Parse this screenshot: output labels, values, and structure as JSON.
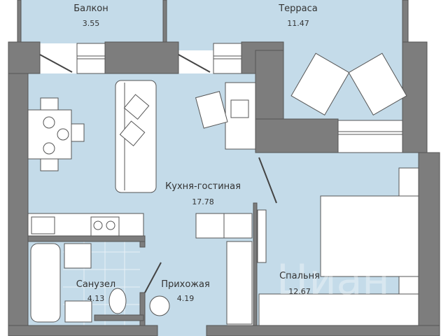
{
  "rooms": {
    "balcony": {
      "name": "Балкон",
      "area": "3.55"
    },
    "terrace": {
      "name": "Терраса",
      "area": "11.47"
    },
    "kitchen_living": {
      "name": "Кухня-гостиная",
      "area": "17.78"
    },
    "bathroom": {
      "name": "Санузел",
      "area": "4.13"
    },
    "hallway": {
      "name": "Прихожая",
      "area": "4.19"
    },
    "bedroom": {
      "name": "Спальня",
      "area": "12.67"
    }
  },
  "watermark": "Циан",
  "colors": {
    "floor": "#c4dbe9",
    "wall": "#7d7d7d",
    "outline": "#555555",
    "furniture": "#ffffff"
  }
}
